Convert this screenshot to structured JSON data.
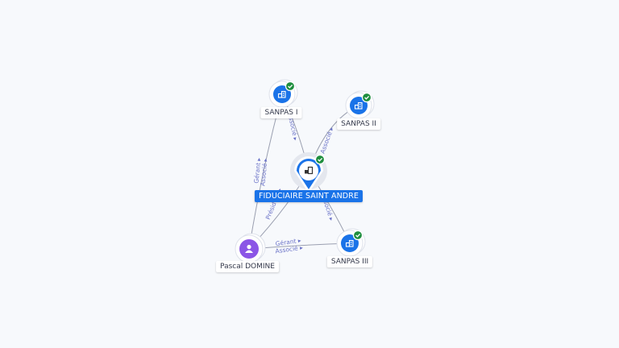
{
  "colors": {
    "company": "#1a73e8",
    "person": "#8b55e6",
    "check": "#1e8e3e",
    "edge": "#9a9fb0",
    "edge_label": "#6b73c8",
    "background": "#f7f9fc"
  },
  "nodes": [
    {
      "id": "fiduciaire",
      "label": "FIDUCIAIRE SAINT ANDRE",
      "kind": "company",
      "icon": "building-icon",
      "verified": true,
      "focus": true
    },
    {
      "id": "sanpas1",
      "label": "SANPAS I",
      "kind": "company",
      "icon": "building-icon",
      "verified": true
    },
    {
      "id": "sanpas2",
      "label": "SANPAS II",
      "kind": "company",
      "icon": "building-icon",
      "verified": true
    },
    {
      "id": "sanpas3",
      "label": "SANPAS III",
      "kind": "company",
      "icon": "building-icon",
      "verified": true
    },
    {
      "id": "pascal",
      "label": "Pascal DOMINE",
      "kind": "person",
      "icon": "person-icon",
      "verified": false
    }
  ],
  "edges": [
    {
      "id": "e1",
      "from": "fiduciaire",
      "to": "sanpas1",
      "labels": [
        "Associé"
      ]
    },
    {
      "id": "e2",
      "from": "fiduciaire",
      "to": "sanpas2",
      "labels": [
        "Associé"
      ]
    },
    {
      "id": "e3",
      "from": "fiduciaire",
      "to": "sanpas3",
      "labels": [
        "Associé"
      ]
    },
    {
      "id": "e4",
      "from": "pascal",
      "to": "sanpas1",
      "labels": [
        "Gérant",
        "Associé"
      ]
    },
    {
      "id": "e5",
      "from": "pascal",
      "to": "fiduciaire",
      "labels": [
        "Président"
      ]
    },
    {
      "id": "e6",
      "from": "pascal",
      "to": "sanpas3",
      "labels": [
        "Gérant",
        "Associé"
      ]
    }
  ]
}
